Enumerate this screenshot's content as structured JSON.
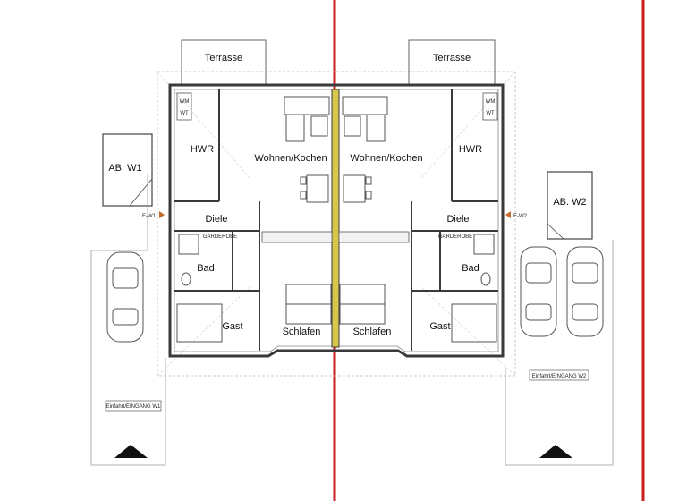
{
  "plan": {
    "rooms": {
      "terrasse_left": "Terrasse",
      "terrasse_right": "Terrasse",
      "wohnen_left": "Wohnen/Kochen",
      "wohnen_right": "Wohnen/Kochen",
      "hwr_left": "HWR",
      "hwr_right": "HWR",
      "diele_left": "Diele",
      "diele_right": "Diele",
      "bad_left": "Bad",
      "bad_right": "Bad",
      "gast_left": "Gast",
      "gast_right": "Gast",
      "schlafen_left": "Schlafen",
      "schlafen_right": "Schlafen"
    },
    "outbuildings": {
      "ab_w1": "AB. W1",
      "ab_w2": "AB. W2"
    },
    "entrances": {
      "w1_marker": "E-W1",
      "w2_marker": "E-W2",
      "einfahrt_w1": "Einfahrt/EINGANG W1",
      "einfahrt_w2": "Einfahrt/EINGANG W2"
    },
    "fixtures": {
      "garderobe": "GARDEROBE",
      "wm": "WM",
      "wt": "WT"
    },
    "colors": {
      "property_line": "#cc1f1f",
      "party_wall": "#d7c84a",
      "wall": "#3a3a3a"
    }
  }
}
